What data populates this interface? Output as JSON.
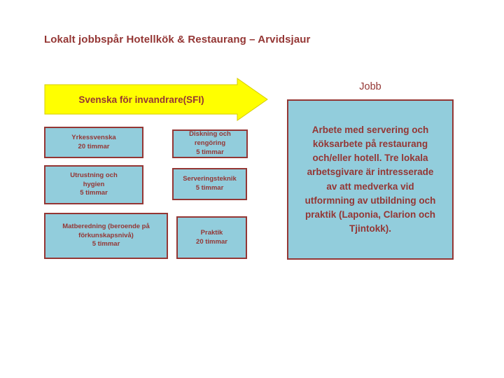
{
  "title": "Lokalt jobbspår Hotellkök & Restaurang – Arvidsjaur",
  "arrow_label": "Svenska för invandrare(SFI)",
  "jobb_label": "Jobb",
  "jobb_description": "Arbete med servering och\nköksarbete på restaurang\noch/eller hotell. Tre lokala\narbetsgivare är intresserade\nav att medverka vid\nutformning av utbildning och\npraktik (Laponia, Clarion och\nTjintokk).",
  "left_boxes": [
    {
      "line1": "Yrkessvenska",
      "line2": "20 timmar"
    },
    {
      "line1": "Utrustning och\nhygien",
      "line2": "5 timmar"
    },
    {
      "line1": "Matberedning (beroende på\nförkunskapsnivå)",
      "line2": "5 timmar"
    }
  ],
  "middle_boxes": [
    {
      "line1": "Diskning och rengöring",
      "line2": "5 timmar"
    },
    {
      "line1": "Serveringsteknik",
      "line2": "5 timmar"
    },
    {
      "line1": "Praktik",
      "line2": "20 timmar"
    }
  ],
  "colors": {
    "accent": "#943634",
    "box_fill": "#92CDDC",
    "arrow_fill": "#FFFF00",
    "arrow_stroke": "#D6CC00"
  }
}
